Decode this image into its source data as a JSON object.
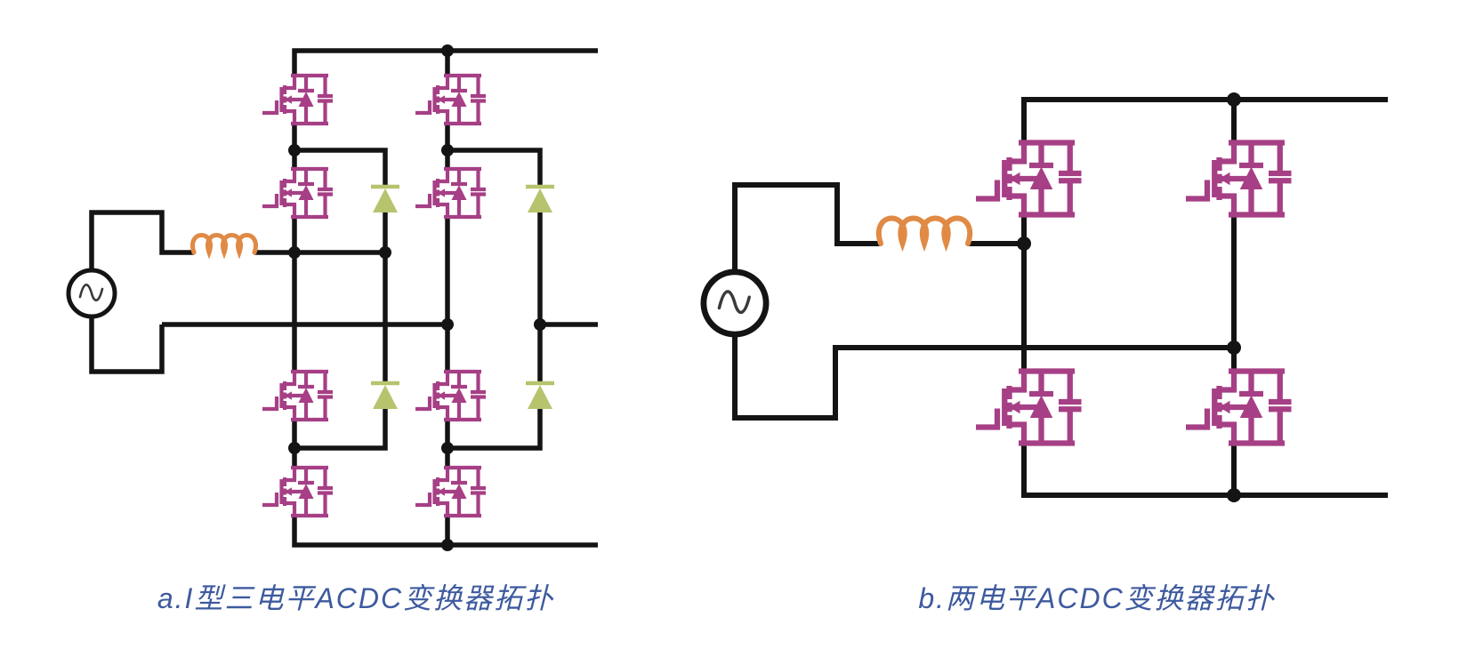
{
  "figure": {
    "background": "#ffffff",
    "colors": {
      "wire": "#141414",
      "mosfet": "#a63f85",
      "diode": "#b8c36e",
      "inductor": "#e08a45",
      "caption": "#3d5a9e",
      "sine": "#3a3a3a"
    },
    "panels": [
      {
        "id": "a",
        "caption": "a.I型三电平ACDC变换器拓扑",
        "components": {
          "mosfets": 8,
          "clamp_diodes": 4,
          "inductors": 1,
          "ac_sources": 1,
          "dc_rails": 3
        }
      },
      {
        "id": "b",
        "caption": "b.两电平ACDC变换器拓扑",
        "components": {
          "mosfets": 4,
          "clamp_diodes": 0,
          "inductors": 1,
          "ac_sources": 1,
          "dc_rails": 2
        }
      }
    ]
  }
}
